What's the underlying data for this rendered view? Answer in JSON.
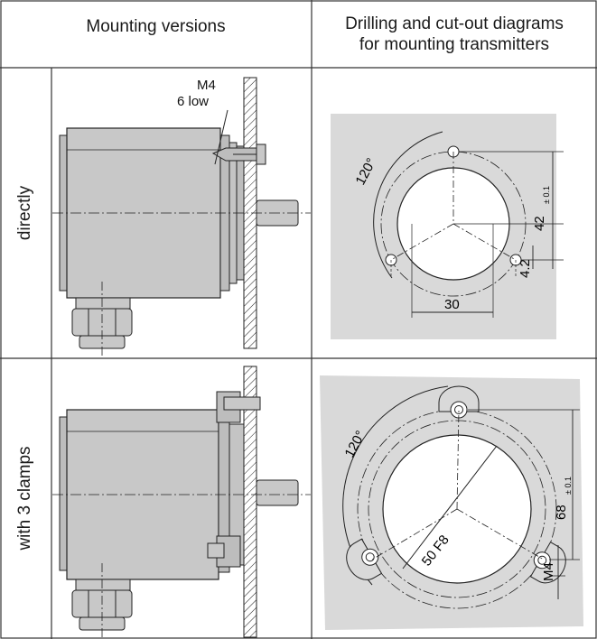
{
  "header": {
    "col1": "Mounting versions",
    "col2_line1": "Drilling and cut-out diagrams",
    "col2_line2": "for mounting transmitters"
  },
  "rows": [
    {
      "label": "directly",
      "screw_label_1": "M4",
      "screw_label_2": "6 low",
      "angle": "120°",
      "dim_vertical": "42",
      "dim_vertical_tol": "± 0.1",
      "dim_offset": "4.2",
      "dim_horizontal": "30"
    },
    {
      "label": "with 3 clamps",
      "angle": "120°",
      "dim_diameter": "50 F8",
      "dim_vertical": "68",
      "dim_vertical_tol": "± 0.1",
      "dim_thread": "M4"
    }
  ],
  "colors": {
    "line": "#222222",
    "panel": "#d9d9d9",
    "body": "#c8c8c8"
  }
}
